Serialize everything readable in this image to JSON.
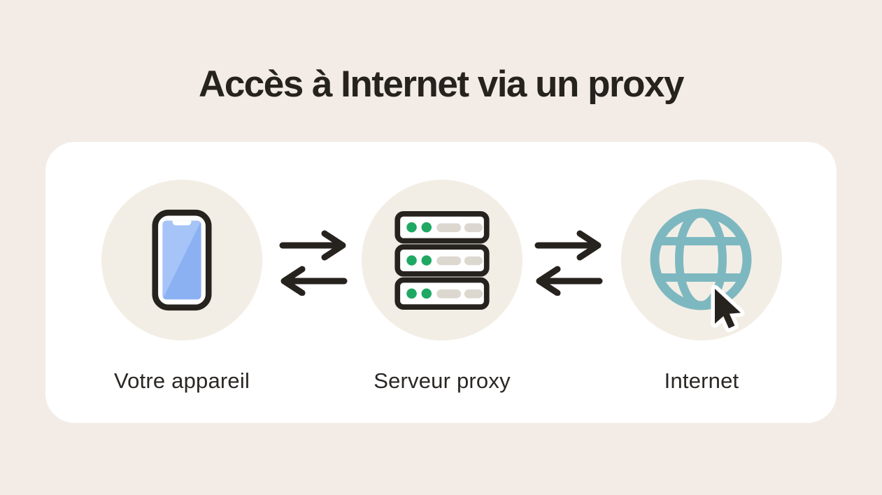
{
  "title": "Accès à Internet via un proxy",
  "nodes": [
    {
      "id": "device",
      "label": "Votre appareil",
      "icon": "smartphone-icon"
    },
    {
      "id": "proxy",
      "label": "Serveur proxy",
      "icon": "server-icon"
    },
    {
      "id": "internet",
      "label": "Internet",
      "icon": "globe-cursor-icon"
    }
  ],
  "connections": [
    {
      "from": "device",
      "to": "proxy",
      "bidirectional": true
    },
    {
      "from": "proxy",
      "to": "internet",
      "bidirectional": true
    }
  ],
  "colors": {
    "page_bg": "#f3ece6",
    "card_bg": "#ffffff",
    "circle_bg": "#f3eee5",
    "ink": "#26221e",
    "phone_screen": "#8bb1f3",
    "phone_shine": "#a6c4f7",
    "led_green": "#1fa863",
    "slot_grey": "#dcd8d0",
    "globe_teal": "#7db8c1",
    "white": "#ffffff"
  }
}
